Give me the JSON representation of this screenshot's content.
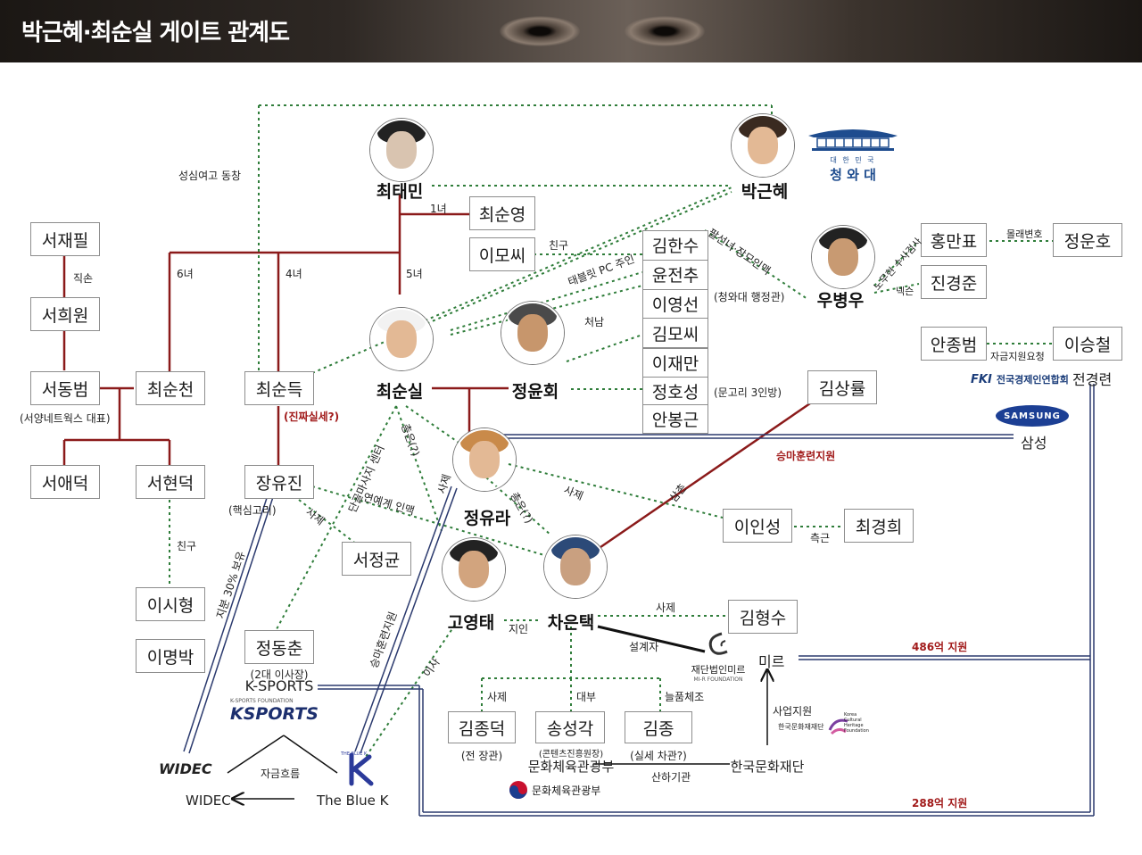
{
  "header": {
    "title": "박근혜·최순실 게이트 관계도"
  },
  "people": {
    "choi_taemin": "최태민",
    "park_geunhye": "박근혜",
    "choi_sunsil": "최순실",
    "jeong_yunhoe": "정윤회",
    "jeong_yura": "정유라",
    "cha_euntaek": "차은택",
    "go_youngtae": "고영태",
    "woo_byungwoo": "우병우"
  },
  "boxes": {
    "seo_jaepil": "서재필",
    "seo_huiwon": "서희원",
    "seo_dongbeom": "서동범",
    "choi_suncheon": "최순천",
    "seo_aedeok": "서애덕",
    "seo_hyeondeok": "서현덕",
    "lee_sihyeong": "이시형",
    "lee_myungbak": "이명박",
    "choi_sundeuk": "최순득",
    "jang_yujin": "장유진",
    "seo_jeonggyun": "서정균",
    "jeong_dongchun": "정동춘",
    "choi_sunyeong": "최순영",
    "lee_mo": "이모씨",
    "kim_hansu": "김한수",
    "yoon_jeonchu": "윤전추",
    "lee_youngseon": "이영선",
    "kim_mo": "김모씨",
    "lee_jaeman": "이재만",
    "jeong_hoseong": "정호성",
    "an_bonggeun": "안봉근",
    "kim_sangryul": "김상률",
    "hong_manpyo": "홍만표",
    "jeong_unho": "정운호",
    "jin_gyeongjun": "진경준",
    "an_jongbeom": "안종범",
    "lee_seungcheol": "이승철",
    "lee_inseong": "이인성",
    "choi_gyeonghui": "최경희",
    "kim_hyeongsu": "김형수",
    "kim_jongdeok": "김종덕",
    "song_seonggak": "송성각",
    "kim_jong": "김종"
  },
  "labels": {
    "seongsim": "성심여고 동창",
    "l_1nyeo": "1녀",
    "l_6nyeo": "6녀",
    "l_4nyeo": "4녀",
    "l_5nyeo": "5녀",
    "jikson": "직손",
    "seoyang": "(서양네트웍스 대표)",
    "friend1": "친구",
    "friend2": "친구",
    "tablet": "태블릿 PC 주인",
    "cheonam": "처남",
    "palseon": "팔선녀·장모인맥",
    "cheongwadae_admin": "(청와대 행정관)",
    "doorknob": "(문고리 3인방)",
    "real_power": "(진짜실세?)",
    "core_ring": "(핵심고리)",
    "sajae1": "사제",
    "entertain": "연예계 인맥",
    "dangol": "단골마사지 센터",
    "sajae2": "사제",
    "chongeun1": "총은(?)",
    "chongeun2": "총은(?)",
    "sajae3": "사제",
    "samchon": "삼촌",
    "horse_train": "승마훈련지원",
    "jigun": "지분 30% 보유",
    "horse_train2": "승마훈련지원",
    "isa": "이사",
    "jiin": "지인",
    "sajae4": "사제",
    "designer": "설계자",
    "sajae5": "사제",
    "daebu": "대부",
    "neulpum": "늘품체조",
    "jeon_minister": "(전 장관)",
    "content_director": "(콘텐츠진흥원장)",
    "vice_minister": "(실세 차관?)",
    "director2": "(2대 이사장)",
    "affiliate": "산하기관",
    "business_support": "사업지원",
    "fund_flow": "자금흐름",
    "nephew": "측근",
    "noktae": "노무현 수사검사",
    "nekseu": "넥슨",
    "lawyer": "몰래변호",
    "fund_request": "자금지원요청",
    "w486": "486억 지원",
    "w288": "288억 지원"
  },
  "orgs": {
    "blue_house_ko": "대 한 민 국",
    "blue_house": "청 와 대",
    "fki_logo": "FKI",
    "fki_name": "전국경제인연합회",
    "jeon_gyeongryeon": "전경련",
    "samsung_logo": "SAMSUNG",
    "samsung": "삼성",
    "mir_foundation": "재단법인미르",
    "mir_en": "MI-R FOUNDATION",
    "mir": "미르",
    "ksports_small": "K-SPORTS FOUNDATION",
    "ksports_logo": "KSPORTS",
    "ksports": "K-SPORTS",
    "widec_logo": "WIDEC",
    "widec": "WIDEC",
    "bluek_logo": "THE BLUE K",
    "bluek": "The Blue K",
    "mcst": "문화체육관광부",
    "mcst_logo": "문화체육관광부",
    "heritage_ko": "한국문화재재단",
    "heritage_en": "Korea Cultural Heritage Foundation",
    "heritage": "한국문화재단"
  },
  "colors": {
    "red_line": "#8b1a1a",
    "green_dotted": "#2f7d3a",
    "navy_line": "#2b3a6e",
    "black_line": "#111111"
  }
}
